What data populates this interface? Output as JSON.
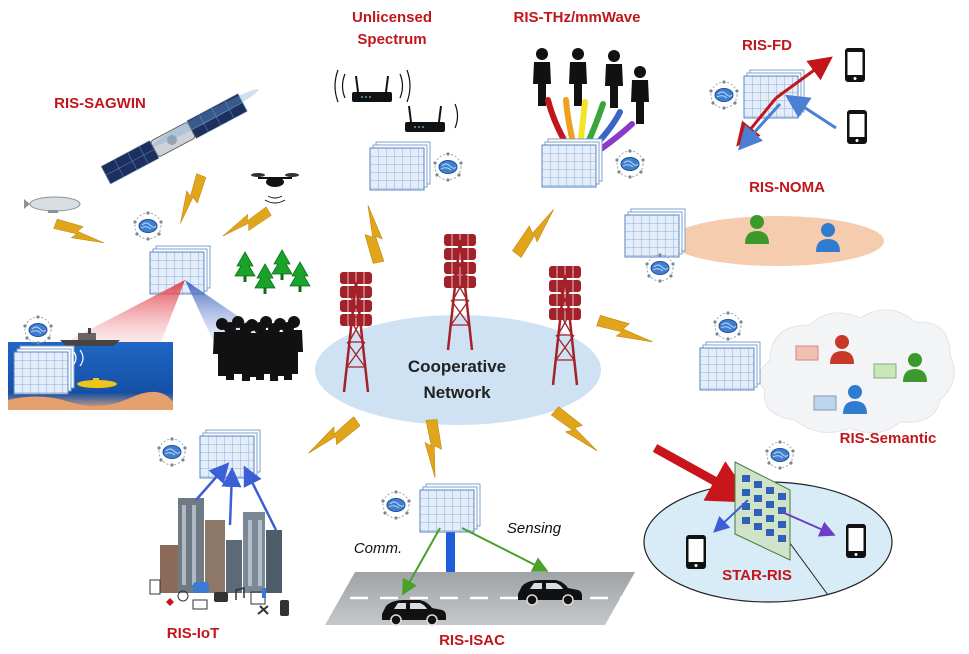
{
  "labels": {
    "unlicensed": "Unlicensed",
    "spectrum": "Spectrum",
    "thz": "RIS-THz/mmWave",
    "fd": "RIS-FD",
    "sagwin": "RIS-SAGWIN",
    "noma": "RIS-NOMA",
    "semantic": "RIS-Semantic",
    "iot": "RIS-IoT",
    "isac": "RIS-ISAC",
    "star": "STAR-RIS",
    "comm": "Comm.",
    "sensing": "Sensing",
    "center_line1": "Cooperative",
    "center_line2": "Network"
  },
  "colors": {
    "label_red": "#c0161c",
    "bolt": "#e0a51a",
    "tower": "#a3222a",
    "center_ellipse": "#cfe2f3",
    "ris_panel": "#d7e6f7",
    "noma_ellipse": "#f4c3a0",
    "user_green": "#3c9a2c",
    "user_blue": "#2f7ccf",
    "user_red": "#c8382a",
    "star_ellipse": "#d8ecf7"
  },
  "icons": [
    "satellite-icon",
    "airship-icon",
    "drone-icon",
    "tree-icon",
    "router-icon",
    "person-icon",
    "smartphone-icon",
    "ship-icon",
    "submarine-icon",
    "crowd-icon",
    "building-icon",
    "car-icon",
    "tower-icon",
    "ris-panel-icon",
    "brain-icon",
    "lightning-bolt-icon"
  ]
}
